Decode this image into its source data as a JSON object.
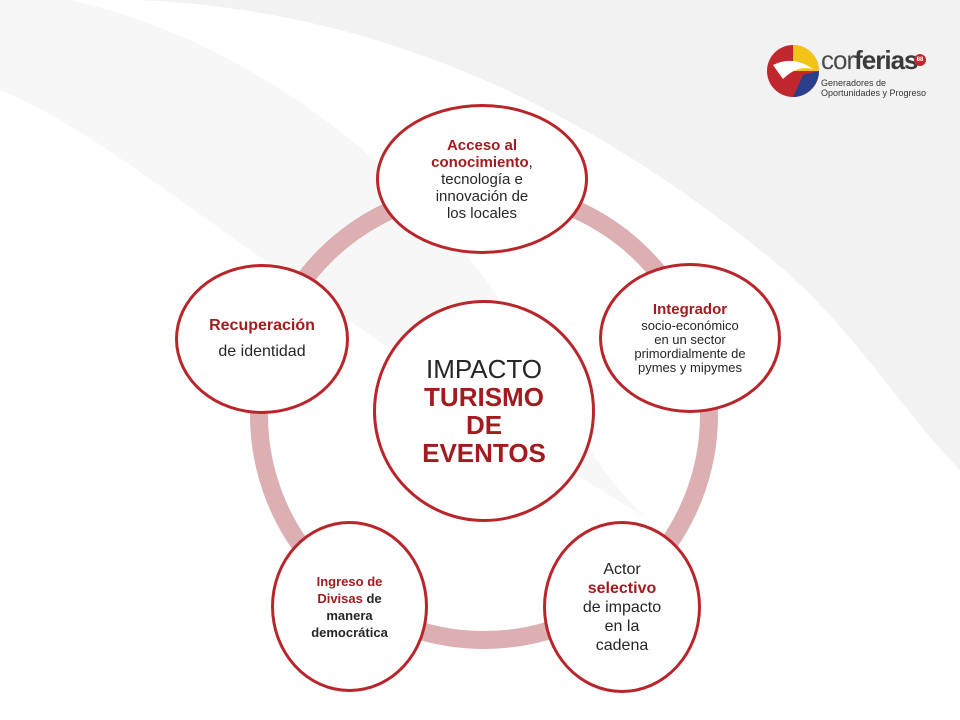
{
  "center": {
    "line1": "IMPACTO",
    "line2": "TURISMO",
    "line3": "DE",
    "line4": "EVENTOS"
  },
  "nodes": {
    "acceso": {
      "l1": "Acceso al",
      "l2_red": "conocimiento",
      "l2_rest": ",",
      "l3": "tecnología e",
      "l4": "innovación de",
      "l5": "los locales"
    },
    "integrador": {
      "title": "Integrador",
      "l1": "socio-económico",
      "l2": "en un sector",
      "l3": "primordialmente de",
      "l4": "pymes y mipymes"
    },
    "actor": {
      "l1": "Actor",
      "l2": "selectivo",
      "l3": "de impacto",
      "l4": "en la",
      "l5": "cadena"
    },
    "ingreso": {
      "l1_red": "Ingreso de",
      "l2_red": "Divisas",
      "l2_rest": " de",
      "l3": "manera",
      "l4": "democrática"
    },
    "recuperacion": {
      "title": "Recuperación",
      "l1": "de identidad"
    }
  },
  "logo": {
    "brand_a": "cor",
    "brand_b": "ferias",
    "badge": "88",
    "tagline_1": "Generadores de",
    "tagline_2": "Oportunidades y Progreso"
  },
  "colors": {
    "accent": "#b8262b",
    "ring": "#dcb0b3",
    "text": "#262626"
  }
}
